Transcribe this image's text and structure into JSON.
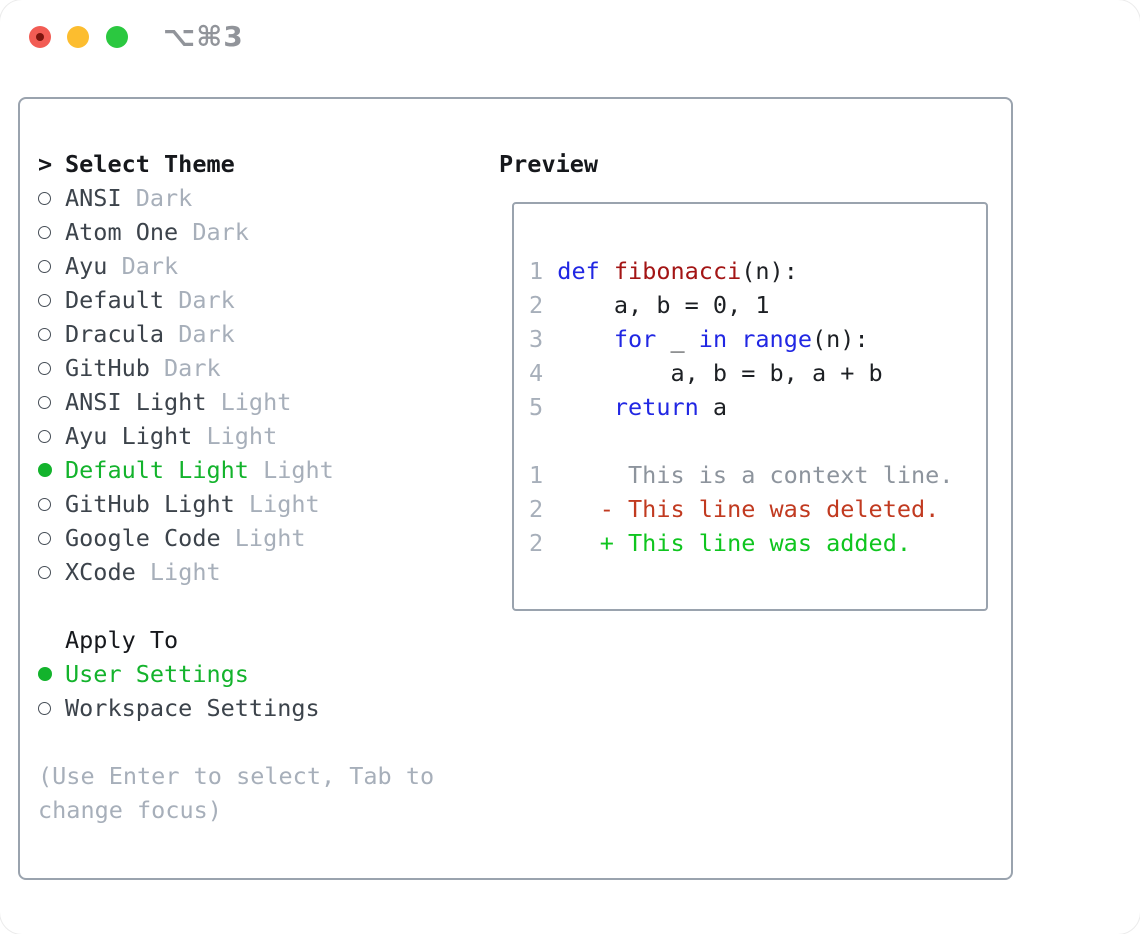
{
  "colors": {
    "panel-border": "#9aa3ae",
    "code-black": "#1d2024",
    "name-gray": "#3c434b",
    "tag-gray": "#a7afba",
    "context-gray": "#8d949d",
    "selected-green": "#13b32c",
    "added-green": "#0fc51f",
    "deleted-red": "#c13a20",
    "keyword-blue": "#2127e3",
    "function-red": "#a31515",
    "traffic-red": "#f25c54",
    "traffic-red-dot": "#7c150e",
    "traffic-yellow": "#fcbd2f",
    "traffic-green": "#2bc840",
    "shortcut-gray": "#91949a"
  },
  "titlebar": {
    "shortcut_label": "⌥⌘3"
  },
  "theme_panel": {
    "title_prefix": ">",
    "title": "Select Theme",
    "themes": [
      {
        "name": "ANSI",
        "tag": "Dark",
        "selected": false
      },
      {
        "name": "Atom One",
        "tag": "Dark",
        "selected": false
      },
      {
        "name": "Ayu",
        "tag": "Dark",
        "selected": false
      },
      {
        "name": "Default",
        "tag": "Dark",
        "selected": false
      },
      {
        "name": "Dracula",
        "tag": "Dark",
        "selected": false
      },
      {
        "name": "GitHub",
        "tag": "Dark",
        "selected": false
      },
      {
        "name": "ANSI Light",
        "tag": "Light",
        "selected": false
      },
      {
        "name": "Ayu Light",
        "tag": "Light",
        "selected": false
      },
      {
        "name": "Default Light",
        "tag": "Light",
        "selected": true
      },
      {
        "name": "GitHub Light",
        "tag": "Light",
        "selected": false
      },
      {
        "name": "Google Code",
        "tag": "Light",
        "selected": false
      },
      {
        "name": "XCode",
        "tag": "Light",
        "selected": false
      }
    ],
    "apply_to": {
      "title": "Apply To",
      "options": [
        {
          "label": "User Settings",
          "selected": true
        },
        {
          "label": "Workspace Settings",
          "selected": false
        }
      ]
    },
    "hint": "(Use Enter to select, Tab to change focus)"
  },
  "preview": {
    "title": "Preview",
    "code_lines": [
      {
        "segments": [
          {
            "t": "1 ",
            "c": "ln"
          },
          {
            "t": "def",
            "c": "kw"
          },
          {
            "t": " ",
            "c": "code"
          },
          {
            "t": "fibonacci",
            "c": "fn"
          },
          {
            "t": "(n):",
            "c": "code"
          }
        ]
      },
      {
        "segments": [
          {
            "t": "2 ",
            "c": "ln"
          },
          {
            "t": "    a, b = 0, 1",
            "c": "code"
          }
        ]
      },
      {
        "segments": [
          {
            "t": "3 ",
            "c": "ln"
          },
          {
            "t": "    ",
            "c": "code"
          },
          {
            "t": "for",
            "c": "kw"
          },
          {
            "t": " _ ",
            "c": "code"
          },
          {
            "t": "in",
            "c": "kw"
          },
          {
            "t": " ",
            "c": "code"
          },
          {
            "t": "range",
            "c": "kw"
          },
          {
            "t": "(n):",
            "c": "code"
          }
        ]
      },
      {
        "segments": [
          {
            "t": "4 ",
            "c": "ln"
          },
          {
            "t": "        a, b = b, a + b",
            "c": "code"
          }
        ]
      },
      {
        "segments": [
          {
            "t": "5 ",
            "c": "ln"
          },
          {
            "t": "    ",
            "c": "code"
          },
          {
            "t": "return",
            "c": "kw"
          },
          {
            "t": " a",
            "c": "code"
          }
        ]
      },
      {
        "segments": [
          {
            "t": "",
            "c": "code"
          }
        ]
      },
      {
        "segments": [
          {
            "t": "1 ",
            "c": "ln"
          },
          {
            "t": "     This is a context line.",
            "c": "ctx"
          }
        ]
      },
      {
        "segments": [
          {
            "t": "2 ",
            "c": "ln"
          },
          {
            "t": "   - This line was deleted.",
            "c": "del"
          }
        ]
      },
      {
        "segments": [
          {
            "t": "2 ",
            "c": "ln"
          },
          {
            "t": "   + This line was added.",
            "c": "add"
          }
        ]
      }
    ]
  }
}
